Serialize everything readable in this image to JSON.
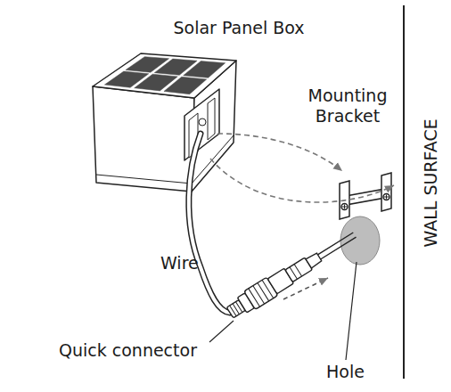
{
  "diagram": {
    "labels": [
      "Solar Panel Box",
      "Mounting Bracket",
      "WALL SURFACE",
      "Wire",
      "Quick connector",
      "Hole"
    ]
  }
}
